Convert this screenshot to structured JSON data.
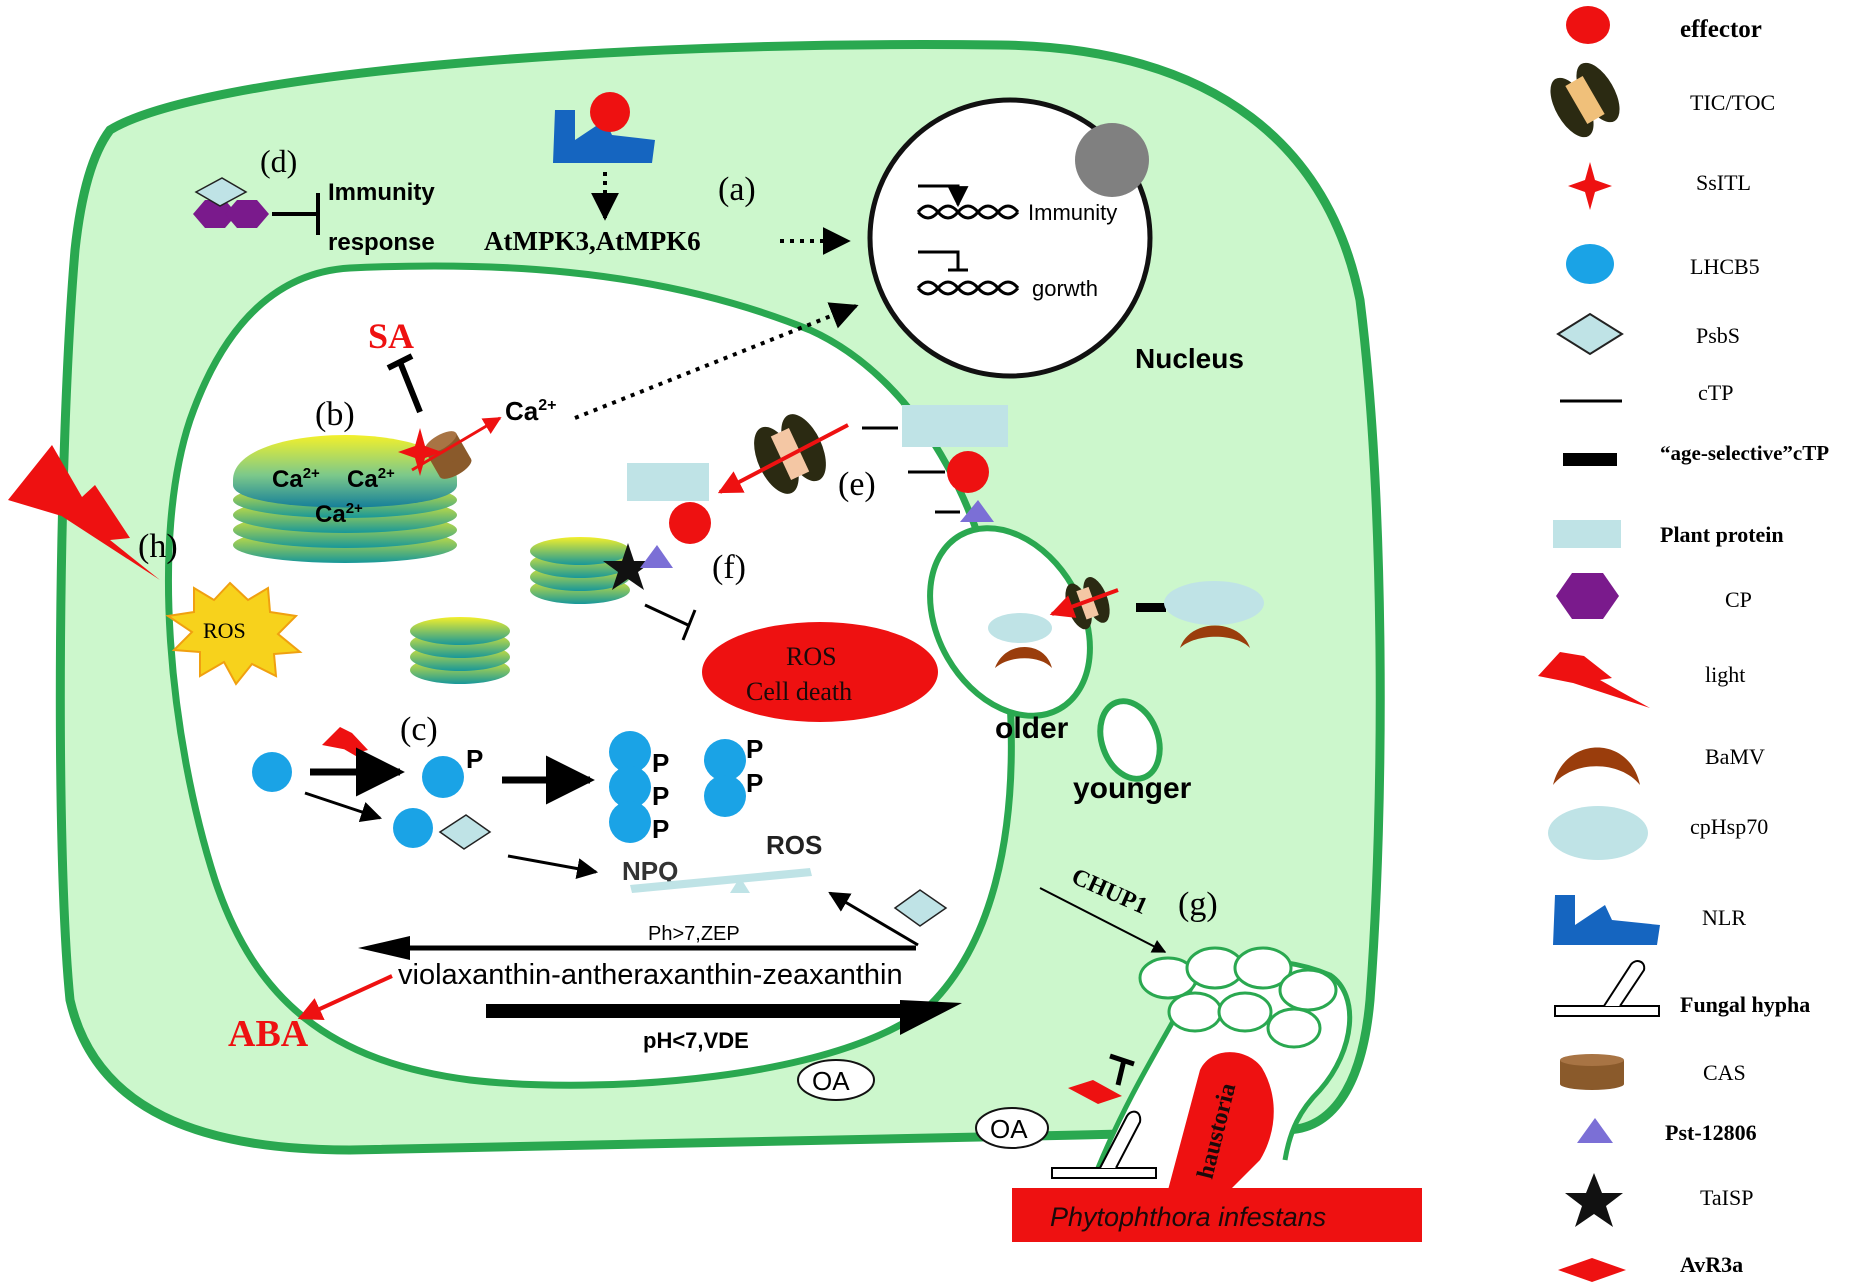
{
  "colors": {
    "cell_fill": "#ccf7cc",
    "membrane": "#2aa850",
    "effector": "#ee1111",
    "blue_dot": "#1aa3e6",
    "plant_protein": "#bfe3e6",
    "cp": "#7a1a8c",
    "nlr": "#1565c0",
    "bamv": "#9a3d0c",
    "cas": "#8a5a2b",
    "pst": "#7b6fd6"
  },
  "labels": {
    "a": "(a)",
    "b": "(b)",
    "c": "(c)",
    "d": "(d)",
    "e": "(e)",
    "f": "(f)",
    "g": "(g)",
    "h": "(h)",
    "immunity_response_1": "Immunity",
    "immunity_response_2": "response",
    "mpk": "AtMPK3,AtMPK6",
    "nucleus": "Nucleus",
    "gene_immunity": "Immunity",
    "gene_growth": "gorwth",
    "sa": "SA",
    "ca_out": "Ca",
    "ca_sup": "2+",
    "stack_ca_1": "Ca",
    "stack_ca_2": "Ca",
    "stack_ca_3": "Ca",
    "ros_h": "ROS",
    "ros_death_1": "ROS",
    "ros_death_2": "Cell death",
    "p": "P",
    "npq": "NPQ",
    "ros_npq": "ROS",
    "ph_gt7": "Ph>7,ZEP",
    "xanthin": "violaxanthin-antheraxanthin-zeaxanthin",
    "ph_lt7": "pH<7,VDE",
    "aba": "ABA",
    "oa": "OA",
    "older": "older",
    "younger": "younger",
    "chup1": "CHUP1",
    "haustoria": "haustoria",
    "pathogen": "Phytophthora infestans"
  },
  "legend": [
    {
      "icon": "effector-icon",
      "label": "effector"
    },
    {
      "icon": "tic-toc-icon",
      "label": "TIC/TOC"
    },
    {
      "icon": "ssitl-star-icon",
      "label": "SsITL"
    },
    {
      "icon": "lhcb5-circle-icon",
      "label": "LHCB5"
    },
    {
      "icon": "psbs-diamond-icon",
      "label": "PsbS"
    },
    {
      "icon": "ctp-line-icon",
      "label": "cTP"
    },
    {
      "icon": "age-selective-ctp-icon",
      "label": "“age-selective”cTP"
    },
    {
      "icon": "plant-protein-icon",
      "label": "Plant protein"
    },
    {
      "icon": "cp-hexagon-icon",
      "label": "CP"
    },
    {
      "icon": "light-bolt-icon",
      "label": "light"
    },
    {
      "icon": "bamv-crescent-icon",
      "label": "BaMV"
    },
    {
      "icon": "cphsp70-ellipse-icon",
      "label": "cpHsp70"
    },
    {
      "icon": "nlr-icon",
      "label": "NLR"
    },
    {
      "icon": "fungal-hypha-icon",
      "label": "Fungal hypha"
    },
    {
      "icon": "cas-cylinder-icon",
      "label": "CAS"
    },
    {
      "icon": "pst-triangle-icon",
      "label": "Pst-12806"
    },
    {
      "icon": "taisp-star-icon",
      "label": "TaISP"
    },
    {
      "icon": "avr3a-icon",
      "label": "AvR3a"
    }
  ]
}
